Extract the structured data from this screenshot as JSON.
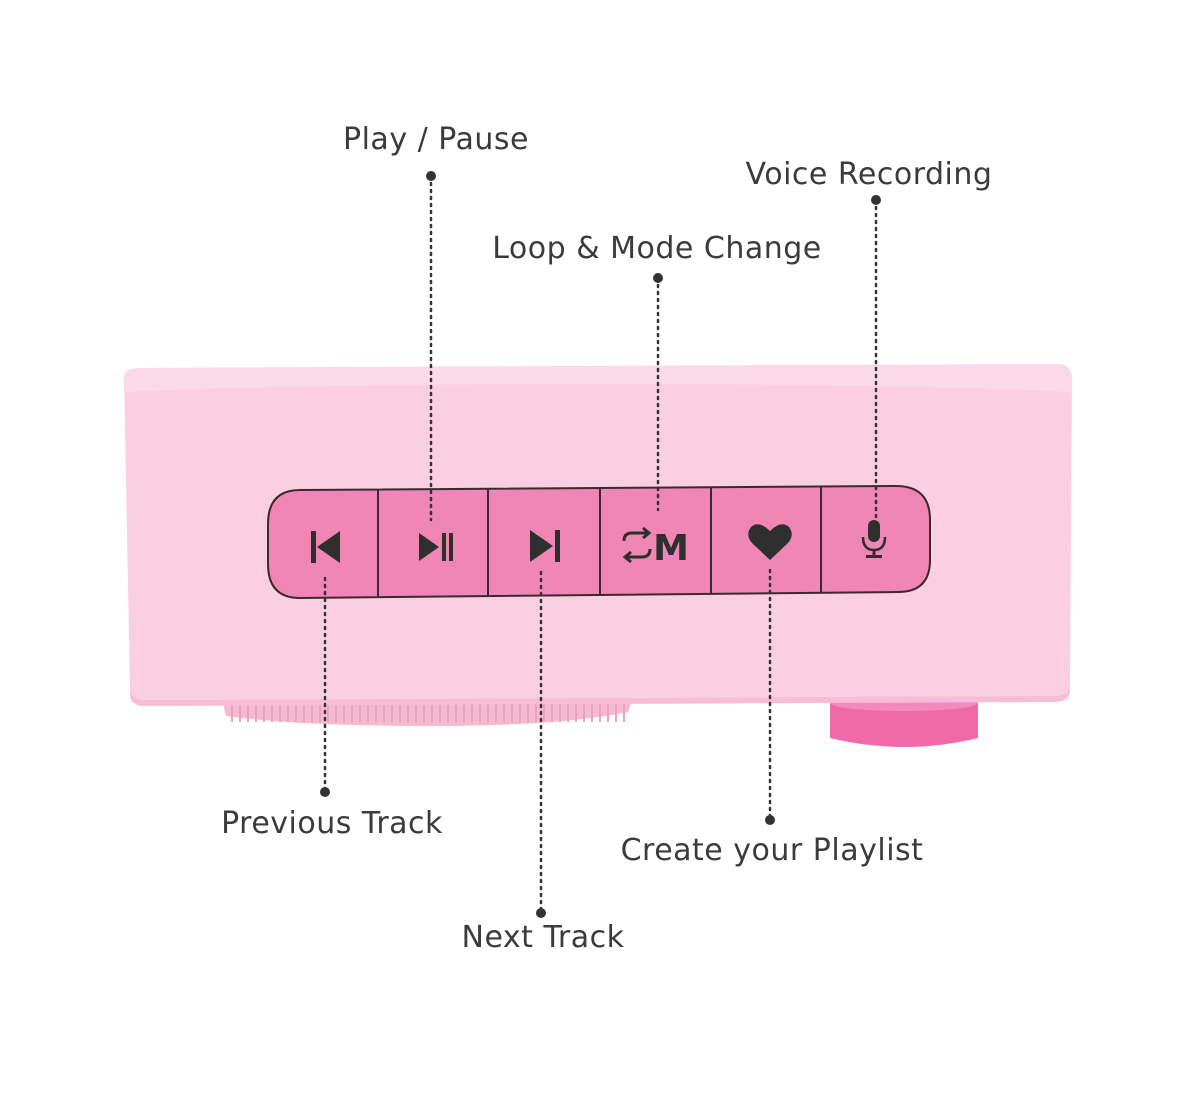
{
  "colors": {
    "body": "#fbcfe2",
    "body_top": "#fbd9e8",
    "body_edge": "#f6bdd5",
    "panel": "#ef86b4",
    "panel_edge": "#3a2a30",
    "knob": "#f06aa7",
    "dial": "#f7b9d0",
    "icon": "#2f2f2f",
    "leader": "#333333",
    "label": "#3b3b3b"
  },
  "buttons": [
    {
      "name": "previous-track",
      "icon": "previous-track-icon"
    },
    {
      "name": "play-pause",
      "icon": "play-pause-icon"
    },
    {
      "name": "next-track",
      "icon": "next-track-icon"
    },
    {
      "name": "loop-mode",
      "icon": "loop-mode-icon",
      "glyph": "M"
    },
    {
      "name": "playlist",
      "icon": "heart-icon"
    },
    {
      "name": "voice-recording",
      "icon": "microphone-icon"
    }
  ],
  "callouts": {
    "play_pause": "Play / Pause",
    "voice_recording": "Voice Recording",
    "loop_mode": "Loop & Mode Change",
    "previous_track": "Previous Track",
    "next_track": "Next Track",
    "create_playlist": "Create your Playlist"
  }
}
